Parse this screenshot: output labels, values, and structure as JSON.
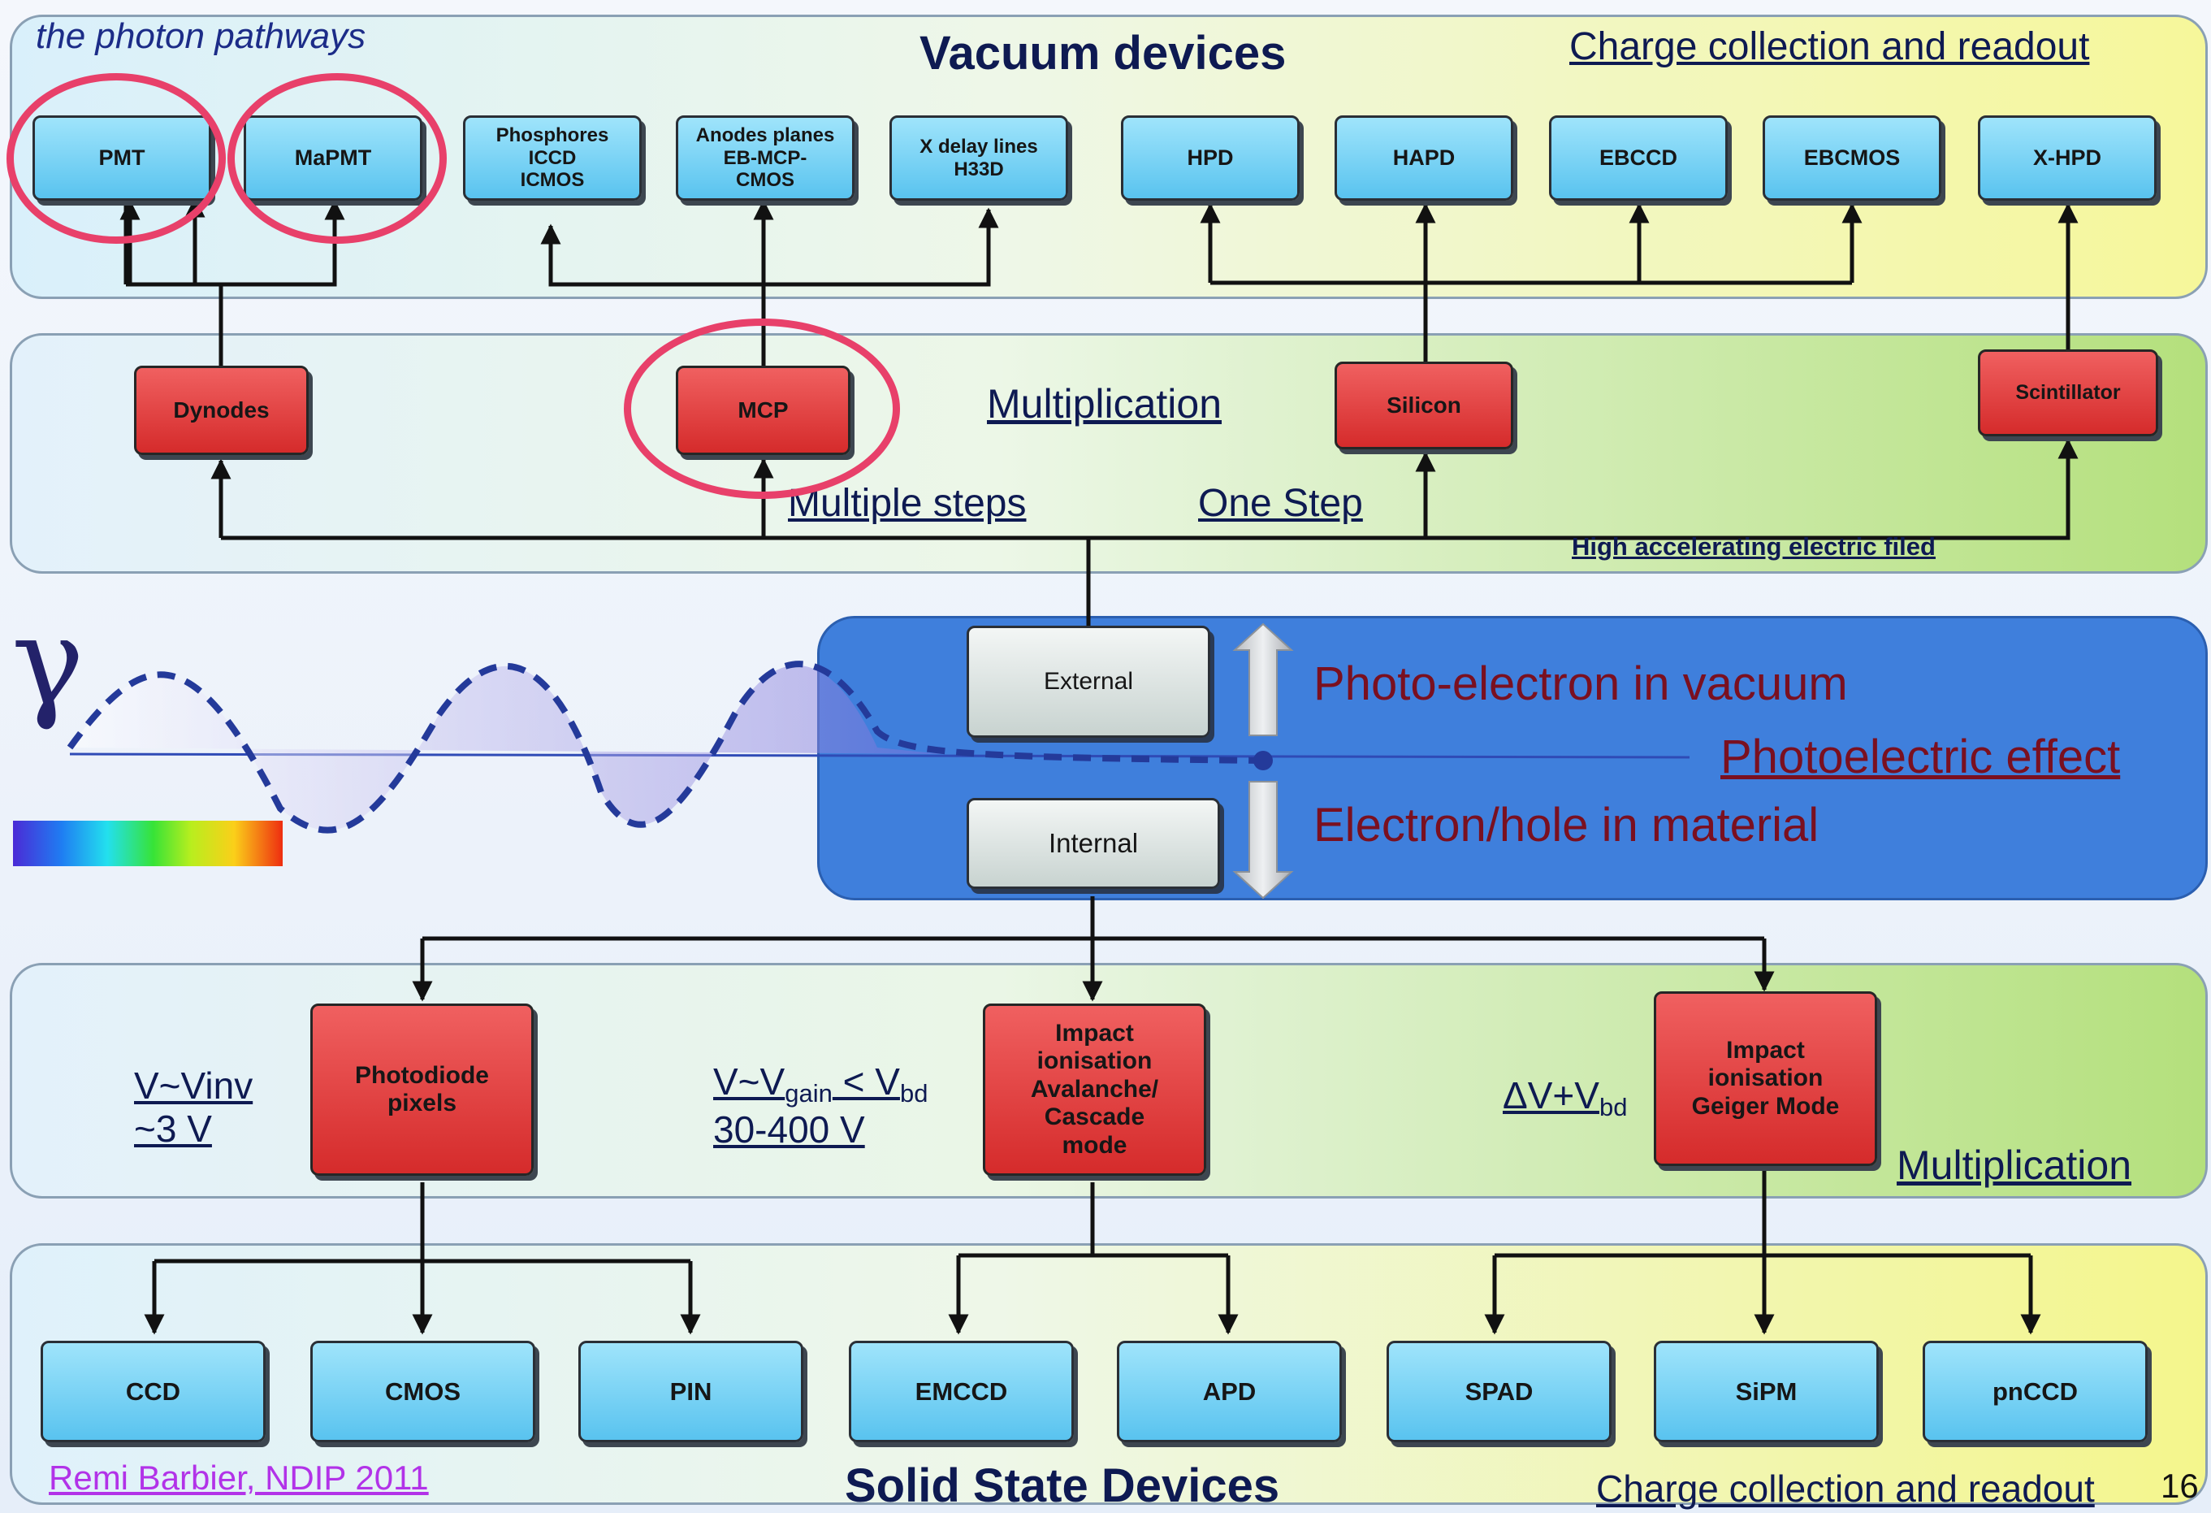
{
  "header_text": "the photon pathways",
  "titles": {
    "vacuum": "Vacuum devices",
    "solid": "Solid State Devices",
    "readout_top": "Charge collection and readout",
    "readout_bottom": "Charge collection and readout"
  },
  "vacuum_devices": [
    "PMT",
    "MaPMT",
    "Phosphores\nICCD\nICMOS",
    "Anodes planes\nEB-MCP-\nCMOS",
    "X delay lines\nH33D",
    "HPD",
    "HAPD",
    "EBCCD",
    "EBCMOS",
    "X-HPD"
  ],
  "multiplication_top": {
    "boxes": [
      "Dynodes",
      "MCP",
      "Silicon",
      "Scintillator"
    ],
    "label": "Multiplication",
    "multiple_steps": "Multiple steps",
    "one_step": "One Step",
    "high_field": "High accelerating electric filed"
  },
  "photo": {
    "gamma": "γ",
    "external": "External",
    "internal": "Internal",
    "vacuum_text": "Photo-electron in vacuum",
    "effect_text": "Photoelectric effect",
    "material_text": "Electron/hole in material"
  },
  "multiplication_bottom": {
    "boxes": [
      "Photodiode\npixels",
      "Impact\nionisation\nAvalanche/\nCascade\nmode",
      "Impact\nionisation\nGeiger Mode"
    ],
    "f1_line1": "V~Vinv",
    "f1_line2": "~3 V",
    "f2_a": "V~V",
    "f2_sub1": "gain",
    "f2_b": " < V",
    "f2_sub2": "bd",
    "f2_line2": "30-400 V",
    "f3_a": "ΔV+V",
    "f3_sub": "bd",
    "label": "Multiplication"
  },
  "solid_devices": [
    "CCD",
    "CMOS",
    "PIN",
    "EMCCD",
    "APD",
    "SPAD",
    "SiPM",
    "pnCCD"
  ],
  "footer": {
    "credit": "Remi Barbier, NDIP 2011",
    "slide_number": "16"
  },
  "colors": {
    "highlight_circle": "#e8406a",
    "credit_link": "#b233e8",
    "title_navy": "#0e1a52",
    "maroon_text": "#7a1020"
  }
}
